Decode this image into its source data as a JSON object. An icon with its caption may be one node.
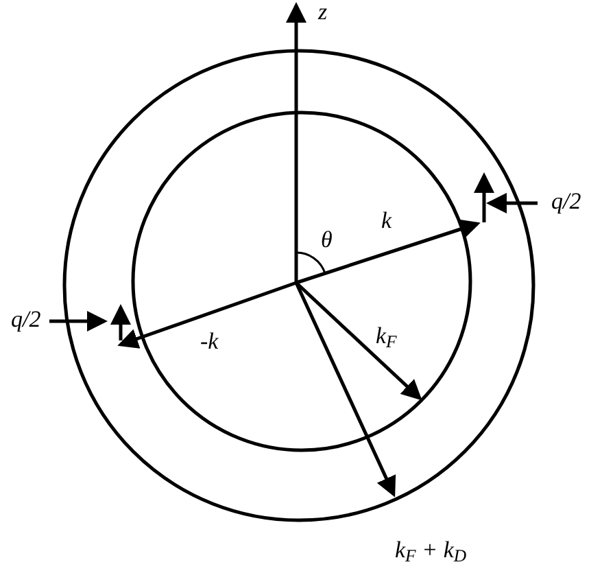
{
  "diagram": {
    "labels": [
      "z",
      "q/2",
      "θ",
      "k",
      "q/2",
      "-k",
      "k$_{F}$",
      "k$_{F}$ + k$_{D}$"
    ]
  }
}
